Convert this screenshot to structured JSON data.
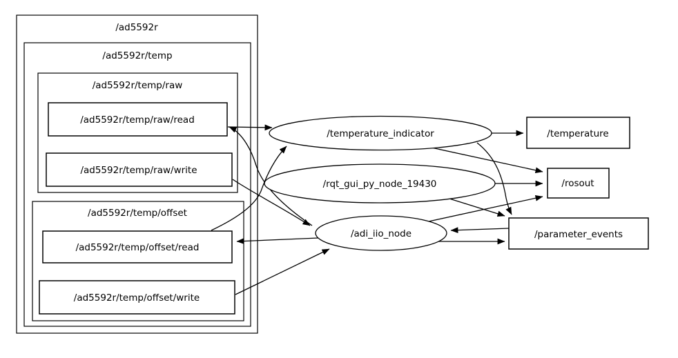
{
  "graph": {
    "background_color": "#ffffff",
    "stroke_color": "#000000",
    "namespaces": [
      {
        "id": "ad5592r",
        "label": "/ad5592r"
      },
      {
        "id": "ad5592r-temp",
        "label": "/ad5592r/temp"
      },
      {
        "id": "temp-raw",
        "label": "/ad5592r/temp/raw"
      },
      {
        "id": "temp-offset",
        "label": "/ad5592r/temp/offset"
      }
    ],
    "topics": [
      {
        "id": "raw-read",
        "label": "/ad5592r/temp/raw/read"
      },
      {
        "id": "raw-write",
        "label": "/ad5592r/temp/raw/write"
      },
      {
        "id": "offset-read",
        "label": "/ad5592r/temp/offset/read"
      },
      {
        "id": "offset-write",
        "label": "/ad5592r/temp/offset/write"
      },
      {
        "id": "temperature",
        "label": "/temperature"
      },
      {
        "id": "rosout",
        "label": "/rosout"
      },
      {
        "id": "parameter-events",
        "label": "/parameter_events"
      }
    ],
    "ros_nodes": [
      {
        "id": "temperature-indicator",
        "label": "/temperature_indicator"
      },
      {
        "id": "rqt-gui-py-node",
        "label": "/rqt_gui_py_node_19430"
      },
      {
        "id": "adi-iio-node",
        "label": "/adi_iio_node"
      }
    ],
    "edges": [
      {
        "from": "/ad5592r/temp/raw/read",
        "to": "/temperature_indicator"
      },
      {
        "from": "/adi_iio_node",
        "to": "/ad5592r/temp/raw/read"
      },
      {
        "from": "/ad5592r/temp/raw/write",
        "to": "/adi_iio_node"
      },
      {
        "from": "/ad5592r/temp/offset/read",
        "to": "/temperature_indicator"
      },
      {
        "from": "/adi_iio_node",
        "to": "/ad5592r/temp/offset/read"
      },
      {
        "from": "/ad5592r/temp/offset/write",
        "to": "/adi_iio_node"
      },
      {
        "from": "/temperature_indicator",
        "to": "/temperature"
      },
      {
        "from": "/temperature_indicator",
        "to": "/rosout"
      },
      {
        "from": "/temperature_indicator",
        "to": "/parameter_events"
      },
      {
        "from": "/rqt_gui_py_node_19430",
        "to": "/rosout"
      },
      {
        "from": "/rqt_gui_py_node_19430",
        "to": "/parameter_events"
      },
      {
        "from": "/adi_iio_node",
        "to": "/rosout"
      },
      {
        "from": "/adi_iio_node",
        "to": "/parameter_events"
      },
      {
        "from": "/parameter_events",
        "to": "/adi_iio_node"
      }
    ]
  }
}
